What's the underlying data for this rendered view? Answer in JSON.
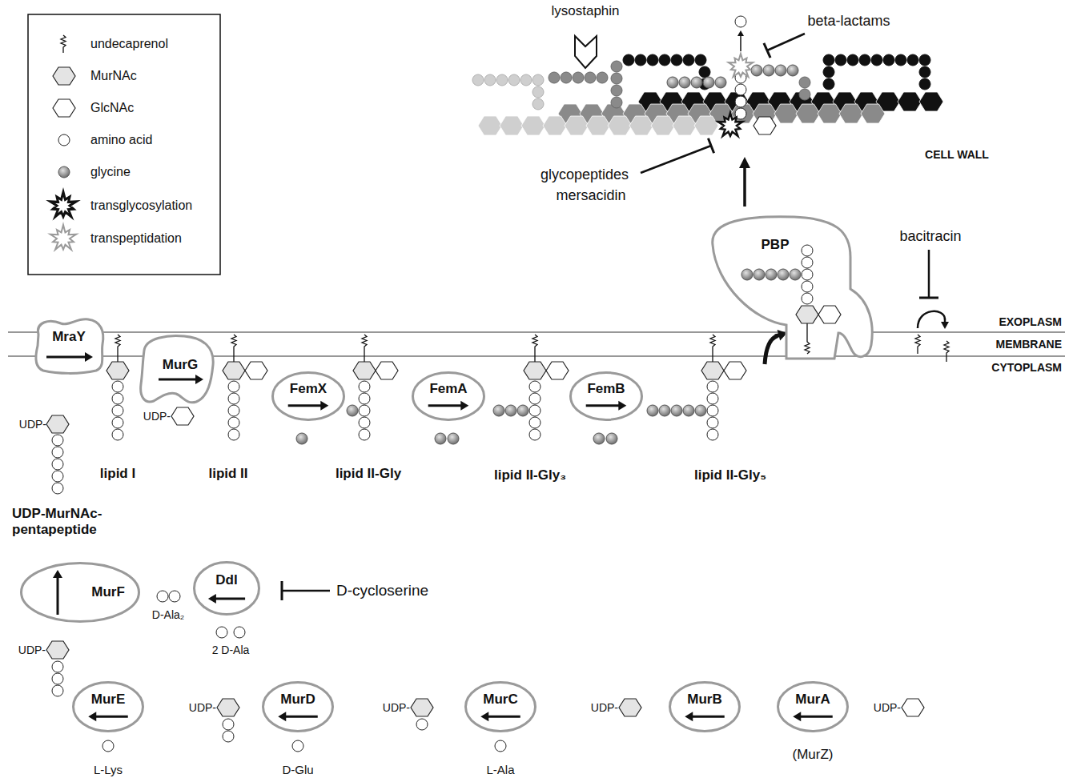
{
  "diagram": {
    "nodes": [
      {
        "text": [
          "PBP"
        ]
      },
      {
        "text": [
          "MraY"
        ]
      },
      {
        "text": [
          "MurG"
        ]
      },
      {
        "text": [
          "FemX"
        ]
      },
      {
        "text": [
          "FemA"
        ]
      },
      {
        "text": [
          "FemB"
        ]
      },
      {
        "text": [
          "MurF"
        ]
      },
      {
        "text": [
          "Ddl"
        ]
      },
      {
        "text": [
          "MurE"
        ]
      },
      {
        "text": [
          "MurD"
        ]
      },
      {
        "text": [
          "MurC"
        ]
      },
      {
        "text": [
          "MurB"
        ]
      },
      {
        "text": [
          "MurA"
        ]
      }
    ],
    "labels": [
      "lysostaphin",
      "beta-lactams",
      "glycopeptides",
      "mersacidin",
      "CELL WALL",
      "bacitracin",
      "EXOPLASM",
      "MEMBRANE",
      "CYTOPLASM",
      "UDP-",
      "UDP-",
      "lipid I",
      "lipid II",
      "lipid II-Gly",
      "lipid II-Gly₃",
      "lipid II-Gly₅",
      "UDP-MurNAc-pentapeptide",
      "D-cycloserine",
      "D-Ala₂",
      "2 D-Ala",
      "UDP-",
      "UDP-",
      "UDP-",
      "UDP-",
      "UDP-",
      "L-Lys",
      "D-Glu",
      "L-Ala",
      "(MurZ)"
    ],
    "legend": [
      {
        "text": "undecaprenol"
      },
      {
        "text": "MurNAc"
      },
      {
        "text": "GlcNAc"
      },
      {
        "text": "amino acid"
      },
      {
        "text": "glycine"
      },
      {
        "text": "transglycosylation"
      },
      {
        "text": "transpeptidation"
      }
    ]
  }
}
